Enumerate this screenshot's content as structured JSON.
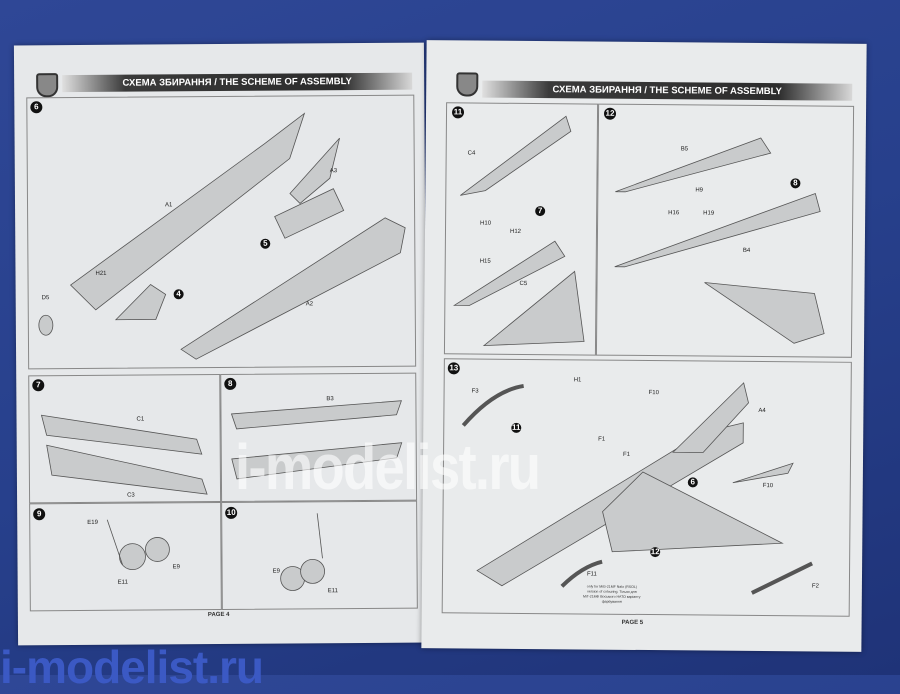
{
  "left_page": {
    "header": "СХЕМА ЗБИРАННЯ / THE SCHEME OF ASSEMBLY",
    "page_label": "PAGE 4",
    "steps": [
      "6",
      "7",
      "8",
      "9",
      "10"
    ],
    "parts": {
      "a1": "A1",
      "a2": "A2",
      "a3": "A3",
      "h21": "H21",
      "d5": "D5",
      "s4": "4",
      "s5": "5",
      "c1": "C1",
      "c3": "C3",
      "b3": "B3",
      "e19": "E19",
      "e9": "E9",
      "e11": "E11",
      "e9b": "E9",
      "e11b": "E11"
    }
  },
  "right_page": {
    "header": "СХЕМА ЗБИРАННЯ / THE SCHEME OF ASSEMBLY",
    "page_label": "PAGE 5",
    "steps": [
      "11",
      "12",
      "13"
    ],
    "parts": {
      "c4": "C4",
      "h10": "H10",
      "h12": "H12",
      "h15": "H15",
      "c5": "C5",
      "s7": "7",
      "b5": "B5",
      "h9": "H9",
      "h16": "H16",
      "h19": "H19",
      "b4": "B4",
      "s8": "8",
      "f3": "F3",
      "h1": "H1",
      "f10": "F10",
      "a4": "A4",
      "f1": "F1",
      "f1b": "F1",
      "s11": "11",
      "s6": "6",
      "s12": "12",
      "f11": "F11",
      "f2": "F2",
      "f10b": "F10"
    },
    "note": "only for MiG-21MF Nato (RSOL) version of colouring. Тільки для МіГ-21МФ Восьмого НАТО варіанту фарбування"
  },
  "watermark": "i-modelist.ru",
  "corner_watermark": "i-modelist.ru"
}
